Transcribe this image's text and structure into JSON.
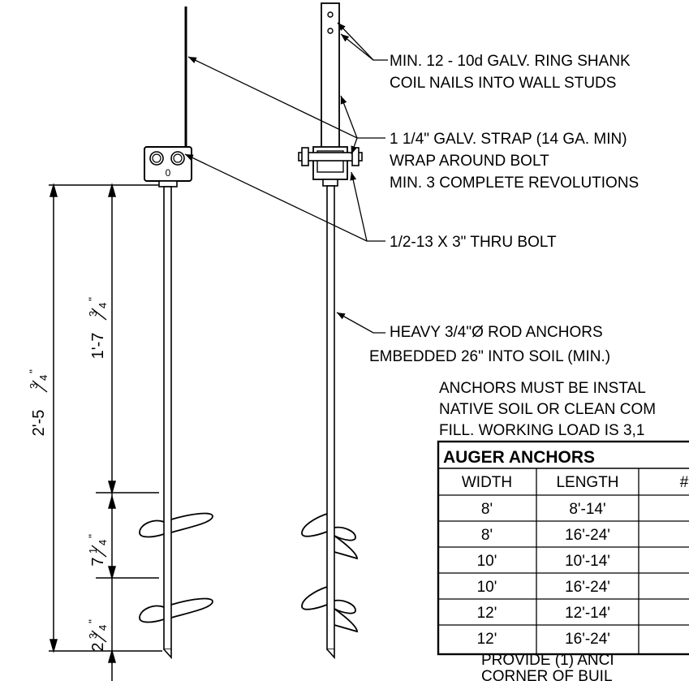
{
  "notes": {
    "nails_line1": "MIN. 12 - 10d GALV. RING SHANK",
    "nails_line2": "COIL NAILS INTO WALL STUDS",
    "strap_line1": "1 1/4\" GALV. STRAP (14 GA. MIN)",
    "strap_line2": "WRAP AROUND BOLT",
    "strap_line3": "MIN. 3 COMPLETE REVOLUTIONS",
    "bolt": "1/2-13 X 3\" THRU BOLT",
    "rod_line1": "HEAVY 3/4\"Ø ROD ANCHORS",
    "rod_line2": "EMBEDDED 26\" INTO SOIL (MIN.)",
    "install_line1": "ANCHORS MUST BE INSTAL",
    "install_line2": "NATIVE SOIL OR CLEAN COM",
    "install_line3": "FILL.  WORKING LOAD IS 3,1",
    "provide_line1": "PROVIDE (1) ANCI",
    "provide_line2": "CORNER OF BUIL"
  },
  "dimensions": {
    "overall": "2'-5",
    "upper": "1'-7",
    "pitch": "7",
    "tip": "2",
    "overall_frac_num": "3",
    "overall_frac_den": "4",
    "upper_frac_num": "3",
    "upper_frac_den": "4",
    "pitch_frac_num": "1",
    "pitch_frac_den": "4",
    "tip_frac_num": "3",
    "tip_frac_den": "4",
    "inch_mark": "\""
  },
  "bracket_label": "0",
  "table": {
    "title": "AUGER ANCHORS",
    "headers": [
      "WIDTH",
      "LENGTH",
      "#"
    ],
    "rows": [
      [
        "8'",
        "8'-14'"
      ],
      [
        "8'",
        "16'-24'"
      ],
      [
        "10'",
        "10'-14'"
      ],
      [
        "10'",
        "16'-24'"
      ],
      [
        "12'",
        "12'-14'"
      ],
      [
        "12'",
        "16'-24'"
      ]
    ]
  }
}
